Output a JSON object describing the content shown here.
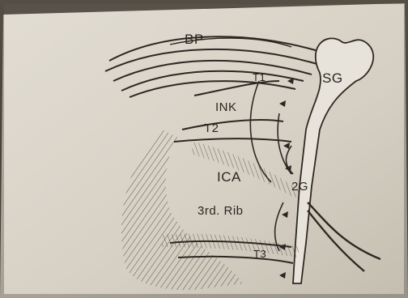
{
  "figure": {
    "labels": {
      "bp": "BP",
      "sg": "SG",
      "t1": "T1",
      "ink": "INK",
      "t2": "T2",
      "ica": "ICA",
      "g2": "2G",
      "rib3": "3rd. Rib",
      "t3": "T3"
    }
  },
  "colors": {
    "paper": "#d8d2c7",
    "ink": "#2a2622",
    "shadow": "#4a443d"
  }
}
